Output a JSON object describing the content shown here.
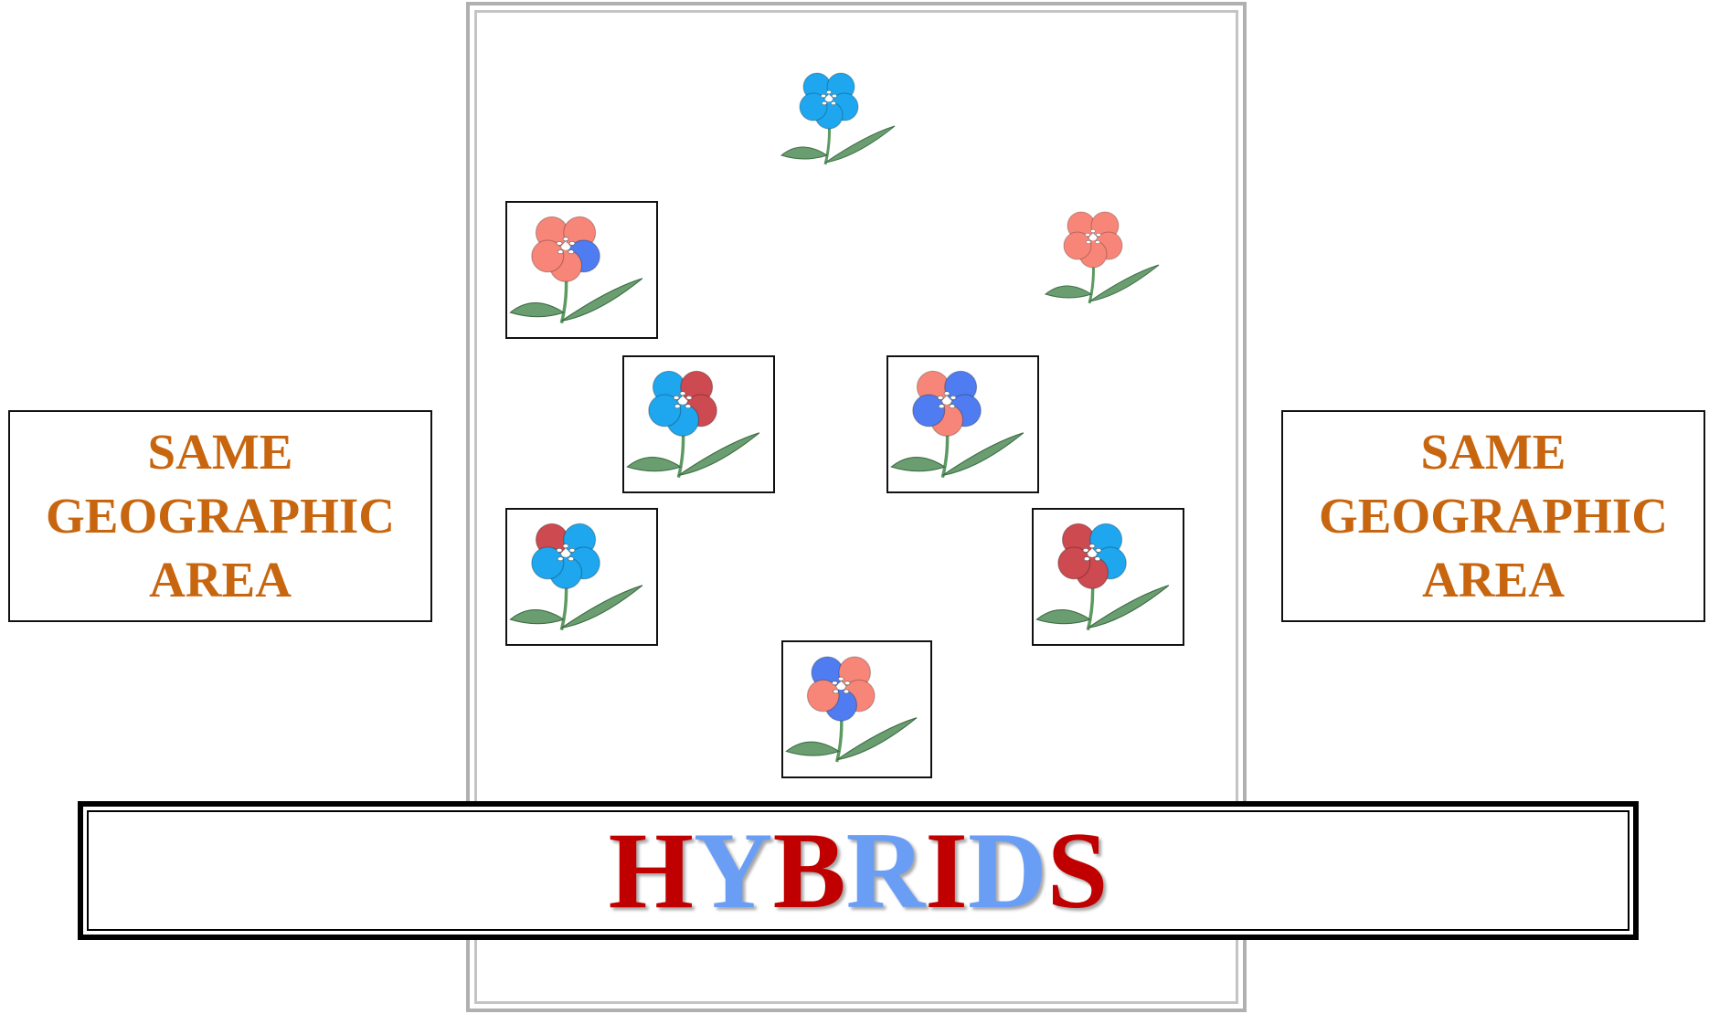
{
  "left_label": {
    "lines": [
      "SAME",
      "GEOGRAPHIC",
      "AREA"
    ]
  },
  "right_label": {
    "lines": [
      "SAME",
      "GEOGRAPHIC",
      "AREA"
    ]
  },
  "hybrids_title": {
    "letters": [
      "H",
      "Y",
      "B",
      "R",
      "I",
      "D",
      "S"
    ],
    "letter_colors": [
      "#c00000",
      "#6a9ef5",
      "#c00000",
      "#6a9ef5",
      "#c00000",
      "#6a9ef5",
      "#c00000"
    ]
  },
  "colors": {
    "label_text": "#c8660f",
    "blue": "#1ea6ee",
    "salmon": "#f88678",
    "red": "#cc4a50",
    "royal_blue": "#4f7cf0",
    "stem": "#5d9a62",
    "leaf": "#6a9e70"
  },
  "flowers": [
    {
      "id": "parent-blue",
      "boxed": false,
      "petals": [
        "blue",
        "blue",
        "blue",
        "blue",
        "blue"
      ]
    },
    {
      "id": "parent-salmon",
      "boxed": false,
      "petals": [
        "salmon",
        "salmon",
        "salmon",
        "salmon",
        "salmon"
      ]
    },
    {
      "id": "hybrid-1",
      "boxed": true,
      "petals": [
        "salmon",
        "salmon",
        "royal_blue",
        "salmon",
        "salmon"
      ]
    },
    {
      "id": "hybrid-2",
      "boxed": true,
      "petals": [
        "blue",
        "red",
        "red",
        "blue",
        "blue"
      ]
    },
    {
      "id": "hybrid-3",
      "boxed": true,
      "petals": [
        "salmon",
        "royal_blue",
        "royal_blue",
        "salmon",
        "royal_blue"
      ]
    },
    {
      "id": "hybrid-4",
      "boxed": true,
      "petals": [
        "red",
        "blue",
        "blue",
        "blue",
        "blue"
      ]
    },
    {
      "id": "hybrid-5",
      "boxed": true,
      "petals": [
        "red",
        "blue",
        "blue",
        "red",
        "red"
      ]
    },
    {
      "id": "hybrid-6",
      "boxed": true,
      "petals": [
        "royal_blue",
        "salmon",
        "salmon",
        "royal_blue",
        "salmon"
      ]
    }
  ]
}
